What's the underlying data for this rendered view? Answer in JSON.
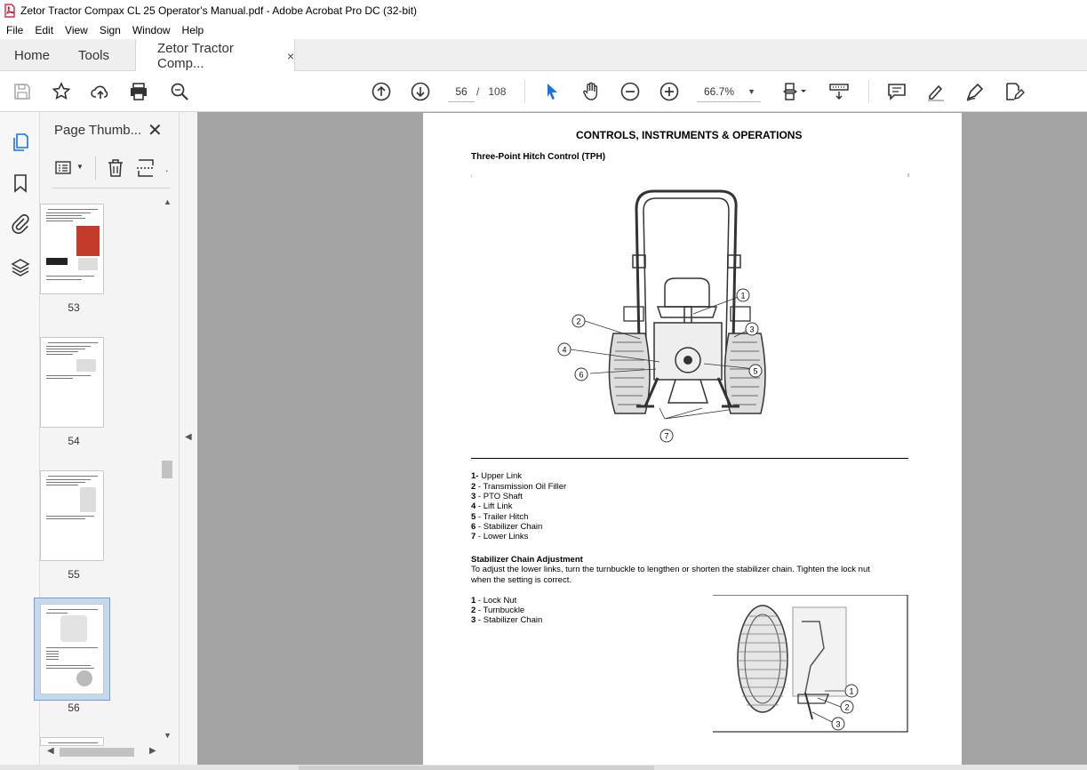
{
  "window": {
    "title": "Zetor Tractor Compax CL 25 Operator's Manual.pdf - Adobe Acrobat Pro DC (32-bit)"
  },
  "menu": [
    "File",
    "Edit",
    "View",
    "Sign",
    "Window",
    "Help"
  ],
  "tabs": {
    "home": "Home",
    "tools": "Tools",
    "document": "Zetor Tractor Comp...",
    "close": "×"
  },
  "toolbar": {
    "page_current": "56",
    "page_sep": "/",
    "page_total": "108",
    "zoom": "66.7%"
  },
  "panel": {
    "title": "Page Thumb...",
    "close": "✕",
    "thumbnails": [
      {
        "label": "53"
      },
      {
        "label": "54"
      },
      {
        "label": "55"
      },
      {
        "label": "56",
        "selected": true
      }
    ]
  },
  "document": {
    "heading": "CONTROLS, INSTRUMENTS & OPERATIONS",
    "section1_title": "Three-Point Hitch Control (TPH)",
    "legend1": [
      {
        "num": "1-",
        "text": " Upper Link"
      },
      {
        "num": "2",
        "text": " - Transmission Oil Filler"
      },
      {
        "num": "3",
        "text": " - PTO Shaft"
      },
      {
        "num": "4",
        "text": " - Lift Link"
      },
      {
        "num": "5",
        "text": " - Trailer Hitch"
      },
      {
        "num": "6",
        "text": " - Stabilizer Chain"
      },
      {
        "num": "7",
        "text": " - Lower Links"
      }
    ],
    "section2_title": "Stabilizer Chain Adjustment",
    "section2_text1": "To adjust the lower links, turn the turnbuckle to lengthen or shorten the stabilizer chain. Tighten the lock nut",
    "section2_text2": "when the setting is correct.",
    "legend2": [
      {
        "num": "1",
        "text": " - Lock Nut"
      },
      {
        "num": "2",
        "text": " - Turnbuckle"
      },
      {
        "num": "3",
        "text": " - Stabilizer Chain"
      }
    ],
    "callouts1": [
      "1",
      "2",
      "3",
      "4",
      "5",
      "6",
      "7"
    ],
    "callouts2": [
      "1",
      "2",
      "3"
    ]
  }
}
